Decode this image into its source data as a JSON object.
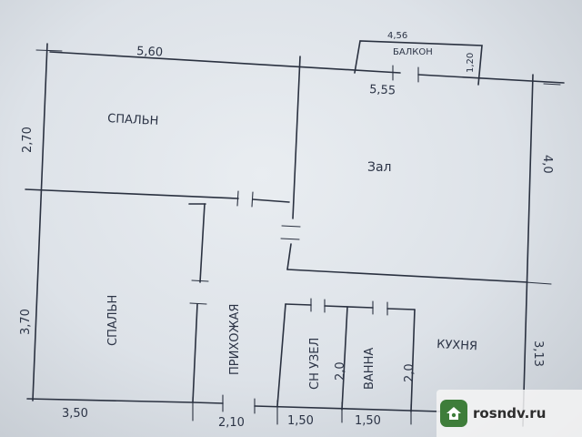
{
  "rooms": {
    "bedroom_top": "СПАЛЬН",
    "bedroom_bottom": "СПАЛЬН",
    "hall": "Зал",
    "corridor": "ПРИХОЖАЯ",
    "bathroom": "СН УЗЕЛ",
    "bath": "ВАННА",
    "kitchen": "КУХНЯ",
    "balcony": "БАЛКОН"
  },
  "dimensions": {
    "top_left": "5,60",
    "top_right": "5,55",
    "balcony_width": "4,56",
    "balcony_depth": "1,20",
    "left_top": "2,70",
    "left_bottom": "3,70",
    "right_top": "4,0",
    "right_bottom": "3,13",
    "bottom_left": "3,50",
    "bottom_corridor": "2,10",
    "bottom_wc": "1,50",
    "bottom_bath": "1,50",
    "wc_depth": "2,0",
    "bath_depth": "2,0"
  },
  "watermark": {
    "text": "rosndv.ru",
    "icon_color": "#3e7d3a"
  }
}
